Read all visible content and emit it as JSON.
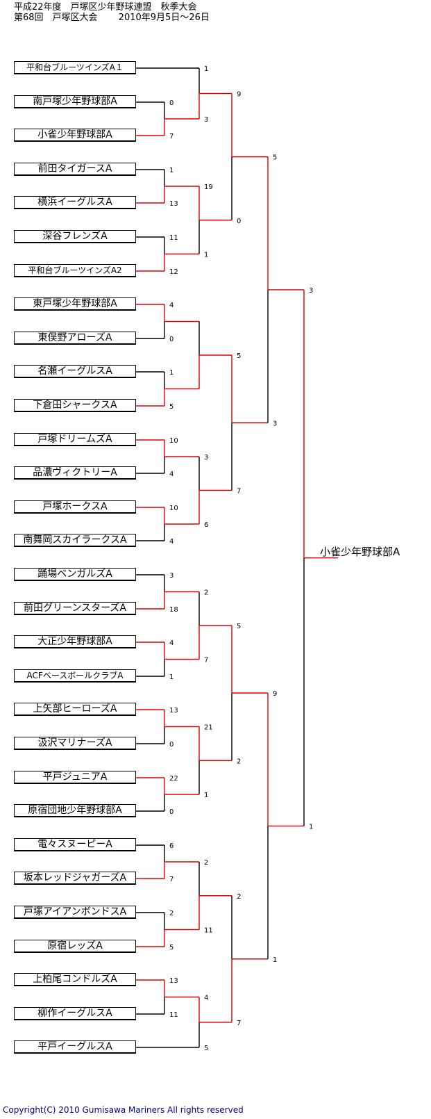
{
  "header": {
    "line1": "平成22年度　戸塚区少年野球連盟　秋季大会",
    "line2": "第68回　戸塚区大会　　 2010年9月5日～26日"
  },
  "teams": [
    "平和台ブルーツインズA１",
    "南戸塚少年野球部A",
    "小雀少年野球部A",
    "前田タイガースA",
    "横浜イーグルスA",
    "深谷フレンズA",
    "平和台ブルーツインズA2",
    "東戸塚少年野球部A",
    "東俣野アローズA",
    "名瀬イーグルスA",
    "下倉田シャークスA",
    "戸塚ドリームズA",
    "品濃ヴィクトリーA",
    "戸塚ホークスA",
    "南舞岡スカイラークスA",
    "踊場ベンガルズA",
    "前田グリーンスターズA",
    "大正少年野球部A",
    "ACFベースボールクラブA",
    "上矢部ヒーローズA",
    "汲沢マリナーズA",
    "平戸ジュニアA",
    "原宿団地少年野球部A",
    "電々スヌーピーA",
    "坂本レッドジャガーズA",
    "戸塚アイアンボンドスA",
    "原宿レッズA",
    "上柏尾コンドルズA",
    "柳作イーグルスA",
    "平戸イーグルスA"
  ],
  "round1": [
    {
      "a": 1,
      "b": 2,
      "sa": "0",
      "sb": "7",
      "winner": "b"
    },
    {
      "a": 3,
      "b": 4,
      "sa": "1",
      "sb": "13",
      "winner": "b"
    },
    {
      "a": 5,
      "b": 6,
      "sa": "11",
      "sb": "12",
      "winner": "b"
    },
    {
      "a": 7,
      "b": 8,
      "sa": "4",
      "sb": "0",
      "winner": "a"
    },
    {
      "a": 9,
      "b": 10,
      "sa": "1",
      "sb": "5",
      "winner": "b"
    },
    {
      "a": 11,
      "b": 12,
      "sa": "10",
      "sb": "4",
      "winner": "a"
    },
    {
      "a": 13,
      "b": 14,
      "sa": "10",
      "sb": "4",
      "winner": "a"
    },
    {
      "a": 15,
      "b": 16,
      "sa": "3",
      "sb": "18",
      "winner": "b"
    },
    {
      "a": 17,
      "b": 18,
      "sa": "4",
      "sb": "1",
      "winner": "a"
    },
    {
      "a": 19,
      "b": 20,
      "sa": "13",
      "sb": "0",
      "winner": "a"
    },
    {
      "a": 21,
      "b": 22,
      "sa": "22",
      "sb": "0",
      "winner": "a"
    },
    {
      "a": 23,
      "b": 24,
      "sa": "6",
      "sb": "7",
      "winner": "b"
    },
    {
      "a": 25,
      "b": 26,
      "sa": "2",
      "sb": "5",
      "winner": "b"
    },
    {
      "a": 27,
      "b": 28,
      "sa": "13",
      "sb": "11",
      "winner": "a"
    }
  ],
  "round2": [
    {
      "a": "team0",
      "b": "r1_0",
      "sa": "1",
      "sb": "3",
      "winner": "b"
    },
    {
      "a": "r1_1",
      "b": "r1_2",
      "sa": "19",
      "sb": "1",
      "winner": "a"
    },
    {
      "a": "r1_3",
      "b": "r1_4",
      "sa": "",
      "sb": "",
      "winner": "b"
    },
    {
      "a": "r1_5",
      "b": "r1_6",
      "sa": "3",
      "sb": "6",
      "winner": "b"
    },
    {
      "a": "r1_7",
      "b": "r1_8",
      "sa": "2",
      "sb": "7",
      "winner": "b"
    },
    {
      "a": "r1_9",
      "b": "r1_10",
      "sa": "21",
      "sb": "1",
      "winner": "a"
    },
    {
      "a": "r1_11",
      "b": "r1_12",
      "sa": "2",
      "sb": "11",
      "winner": "b"
    },
    {
      "a": "r1_13",
      "b": "team29",
      "sa": "4",
      "sb": "5",
      "winner": "a"
    }
  ],
  "round3": [
    {
      "sa": "9",
      "sb": "0",
      "winner": "a"
    },
    {
      "sa": "5",
      "sb": "7",
      "winner": "a"
    },
    {
      "sa": "5",
      "sb": "2",
      "winner": "a"
    },
    {
      "sa": "2",
      "sb": "7",
      "winner": "b"
    }
  ],
  "round4": [
    {
      "sa": "5",
      "sb": "3",
      "winner": "a"
    },
    {
      "sa": "9",
      "sb": "1",
      "winner": "a"
    }
  ],
  "final": {
    "sa": "3",
    "sb": "1",
    "winner": "a"
  },
  "champion": "小雀少年野球部A",
  "copyright": "Copyright(C) 2010 Gumisawa Mariners All rights reserved",
  "colors": {
    "win": "#e00000",
    "lose": "#000000",
    "copyright": "#00008b"
  }
}
